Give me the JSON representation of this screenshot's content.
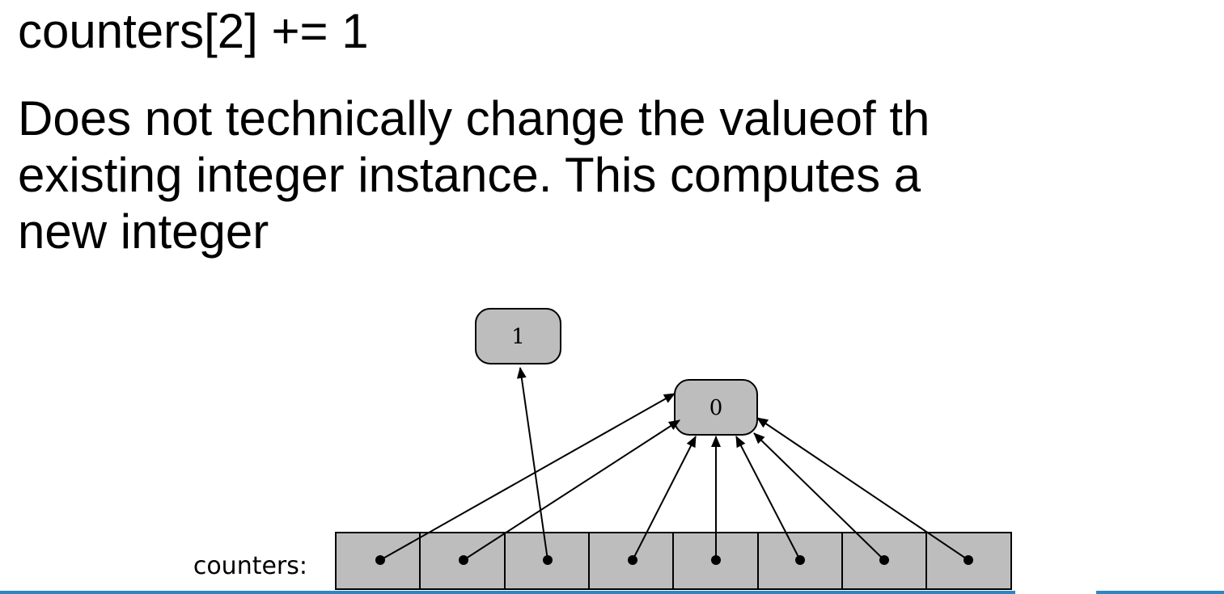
{
  "slide": {
    "heading": "counters[2] += 1",
    "body_lines": [
      "Does not technically change the valueof th",
      "existing integer instance. This computes a",
      "new integer"
    ]
  },
  "diagram": {
    "list_label": "counters:",
    "cell_count": 8,
    "nodes": [
      {
        "id": "new-int",
        "label": "1"
      },
      {
        "id": "old-int",
        "label": "0"
      }
    ],
    "cell_targets": [
      "0",
      "0",
      "1",
      "0",
      "0",
      "0",
      "0",
      "0"
    ],
    "colors": {
      "node_fill": "#bdbdbd",
      "cell_fill": "#bdbdbd",
      "stroke": "#000000",
      "accent_rule": "#2e86c1"
    }
  }
}
